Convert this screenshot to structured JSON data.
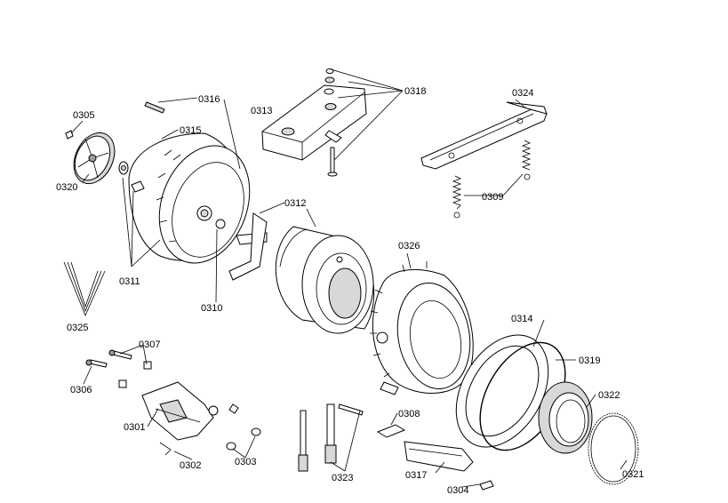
{
  "diagram": {
    "labels": {
      "p0301": "0301",
      "p0302": "0302",
      "p0303": "0303",
      "p0304": "0304",
      "p0305": "0305",
      "p0306": "0306",
      "p0307": "0307",
      "p0308": "0308",
      "p0309": "0309",
      "p0310": "0310",
      "p0311": "0311",
      "p0312": "0312",
      "p0313": "0313",
      "p0314": "0314",
      "p0315": "0315",
      "p0316": "0316",
      "p0317": "0317",
      "p0318": "0318",
      "p0319": "0319",
      "p0320": "0320",
      "p0321": "0321",
      "p0322": "0322",
      "p0323": "0323",
      "p0324": "0324",
      "p0325": "0325",
      "p0326": "0326"
    }
  }
}
